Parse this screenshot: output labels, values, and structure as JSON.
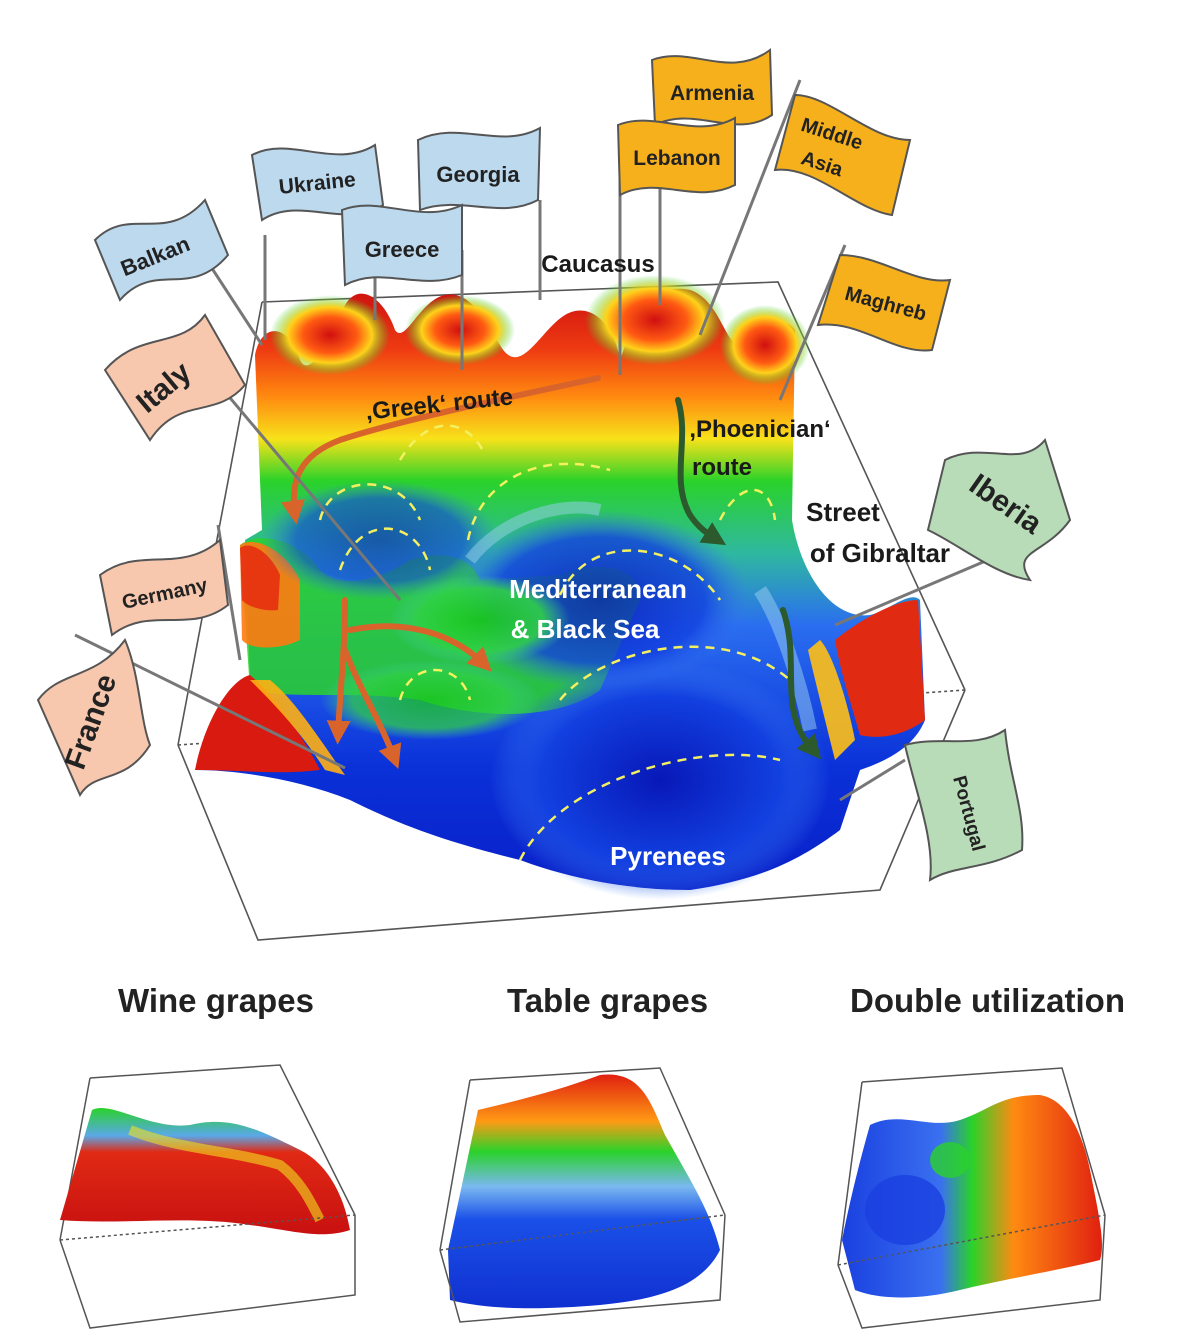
{
  "flags": {
    "balkan": "Balkan",
    "ukraine": "Ukraine",
    "georgia": "Georgia",
    "greece": "Greece",
    "armenia": "Armenia",
    "lebanon": "Lebanon",
    "middle_asia_line1": "Middle",
    "middle_asia_line2": "Asia",
    "maghreb": "Maghreb",
    "italy": "Italy",
    "germany": "Germany",
    "france": "France",
    "iberia": "Iberia",
    "portugal": "Portugal"
  },
  "labels": {
    "caucasus": "Caucasus",
    "greek_route": ",Greek‘ route",
    "phoenician_line1": ",Phoenician‘",
    "phoenician_line2": "route",
    "street_line1": "Street",
    "street_line2": "of Gibraltar",
    "med_line1": "Mediterranean",
    "med_line2": "& Black Sea",
    "pyrenees": "Pyrenees"
  },
  "panels": {
    "wine": "Wine grapes",
    "table": "Table grapes",
    "double": "Double utilization"
  },
  "colors": {
    "flag_blue": "#bcd9ee",
    "flag_orange": "#f5b01c",
    "flag_pink": "#f8c8ae",
    "flag_green": "#b8dcb8",
    "route_orange": "#d8642c",
    "route_green": "#2c5a2c",
    "dashed_yellow": "#f4f060"
  }
}
